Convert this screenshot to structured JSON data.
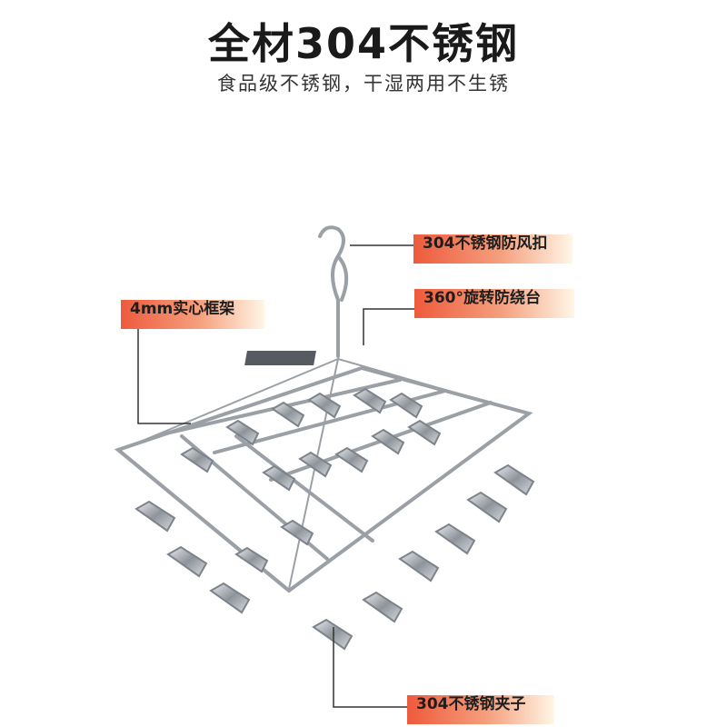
{
  "header": {
    "title": "全材304不锈钢",
    "subtitle": "食品级不锈钢，干湿两用不生锈"
  },
  "callouts": {
    "hook": "304不锈钢防风扣",
    "swivel": "360°旋转防绕台",
    "frame": "4mm实心框架",
    "clip": "304不锈钢夹子"
  },
  "colors": {
    "label_gradient_start": "#ee5a3c",
    "label_gradient_end": "#fff6e6",
    "line": "#333333",
    "steel": "#a8adb3"
  }
}
